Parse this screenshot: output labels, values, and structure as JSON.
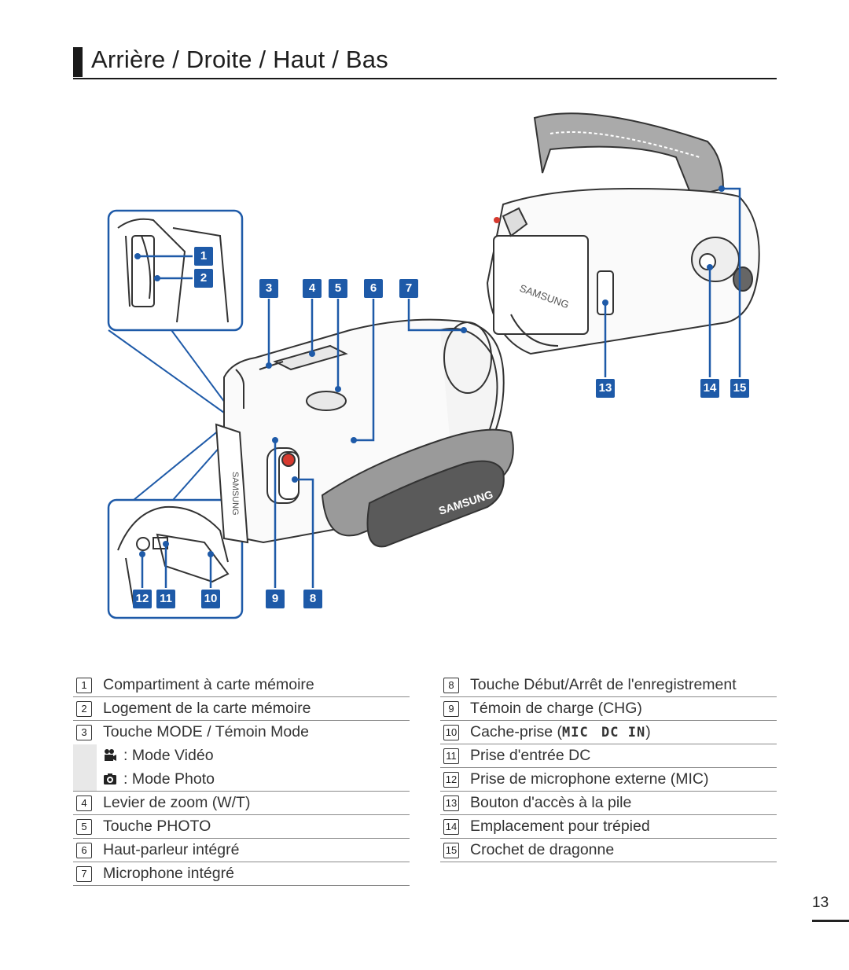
{
  "title": "Arrière / Droite / Haut / Bas",
  "callouts": [
    "1",
    "2",
    "3",
    "4",
    "5",
    "6",
    "7",
    "8",
    "9",
    "10",
    "11",
    "12",
    "13",
    "14",
    "15"
  ],
  "legend_left": [
    {
      "num": "1",
      "label": "Compartiment à carte mémoire"
    },
    {
      "num": "2",
      "label": "Logement de la carte mémoire"
    },
    {
      "num": "3",
      "label": "Touche MODE / Témoin Mode"
    },
    {
      "num": "",
      "label": ": Mode Vidéo",
      "icon": "video-camera-icon"
    },
    {
      "num": "",
      "label": ": Mode Photo",
      "icon": "photo-camera-icon"
    },
    {
      "num": "4",
      "label": "Levier de zoom (W/T)"
    },
    {
      "num": "5",
      "label": "Touche PHOTO"
    },
    {
      "num": "6",
      "label": "Haut-parleur intégré"
    },
    {
      "num": "7",
      "label": "Microphone intégré"
    }
  ],
  "legend_right": [
    {
      "num": "8",
      "label": "Touche Début/Arrêt de l'enregistrement"
    },
    {
      "num": "9",
      "label": "Témoin de charge (CHG)"
    },
    {
      "num": "10",
      "label_pre": "Cache-prise (",
      "label_mic": "MIC",
      "label_dc": "DC IN",
      "label_post": ")"
    },
    {
      "num": "11",
      "label": "Prise d'entrée DC"
    },
    {
      "num": "12",
      "label": "Prise de microphone externe (MIC)"
    },
    {
      "num": "13",
      "label": "Bouton d'accès à la pile"
    },
    {
      "num": "14",
      "label": "Emplacement pour trépied"
    },
    {
      "num": "15",
      "label": "Crochet de dragonne"
    }
  ],
  "brand_text": "SAMSUNG",
  "page_number": "13",
  "colors": {
    "callout": "#1e5aa8",
    "text": "#333333",
    "rule": "#8a8a8a"
  }
}
